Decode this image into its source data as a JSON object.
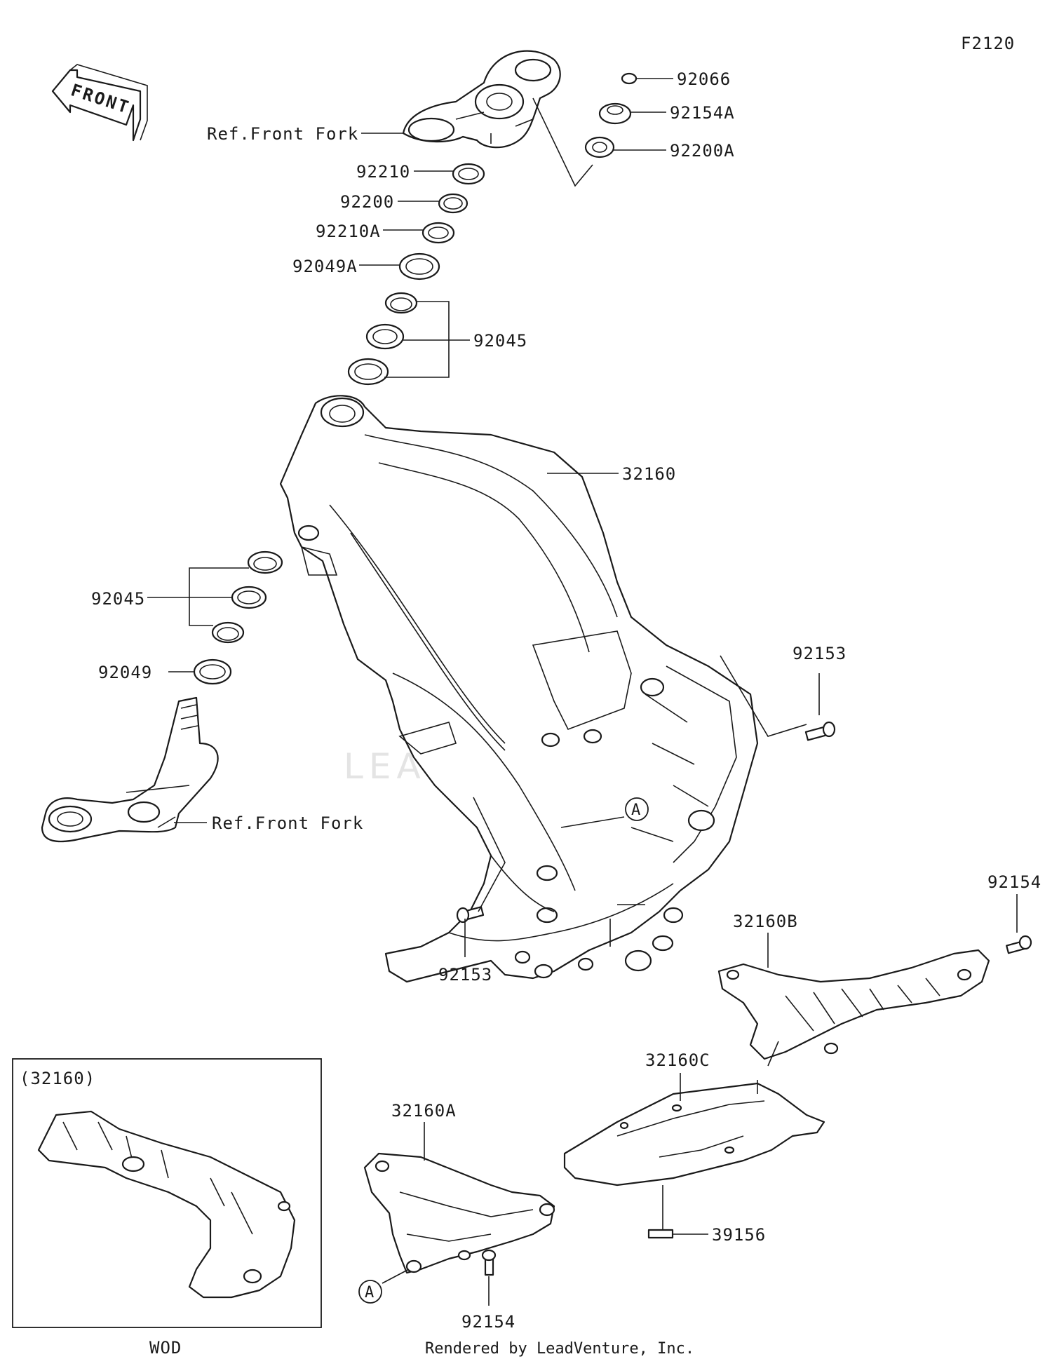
{
  "figure_code": "F2120",
  "front_arrow_text": "FRONT",
  "callouts": {
    "c92066": "92066",
    "c92154A": "92154A",
    "c92200A": "92200A",
    "refFrontForkTop": "Ref.Front Fork",
    "c92210": "92210",
    "c92200": "92200",
    "c92210A": "92210A",
    "c92049A": "92049A",
    "c92045top": "92045",
    "c32160": "32160",
    "c92045left": "92045",
    "c92049": "92049",
    "refFrontForkBottom": "Ref.Front Fork",
    "c92153right": "92153",
    "c92153bottom": "92153",
    "markA1": "A",
    "c92154right": "92154",
    "c32160B": "32160B",
    "c32160C": "32160C",
    "c32160A": "32160A",
    "markA2": "A",
    "c39156": "39156",
    "c92154bottom": "92154"
  },
  "inset": {
    "title": "(32160)",
    "caption": "WOD"
  },
  "watermark": "LEADVENTURE",
  "footer": "Rendered by LeadVenture, Inc."
}
